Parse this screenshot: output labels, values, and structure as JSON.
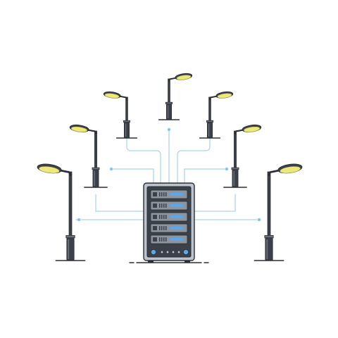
{
  "illustration": {
    "subject": "server-connected-street-lamps",
    "icons": [
      "server-rack-icon",
      "street-lamp-icon"
    ],
    "lamp_count": 7,
    "server_drive_bays": 5,
    "server_status_lights": 6
  },
  "colors": {
    "background": "#ffffff",
    "outline": "#2b2e34",
    "pole": "#3b4049",
    "pole_highlight": "#6a717c",
    "lamp_glow": "#ece87a",
    "lamp_glow_shadow": "#c9c353",
    "server_body": "#bcc3cd",
    "server_panel": "#3b4049",
    "drive_bay": "#8b949f",
    "drive_light": "#5aa8e8",
    "wire": "#a9d3ea",
    "node_dot": "#8cc4e3",
    "ground": "#2b2e34"
  }
}
